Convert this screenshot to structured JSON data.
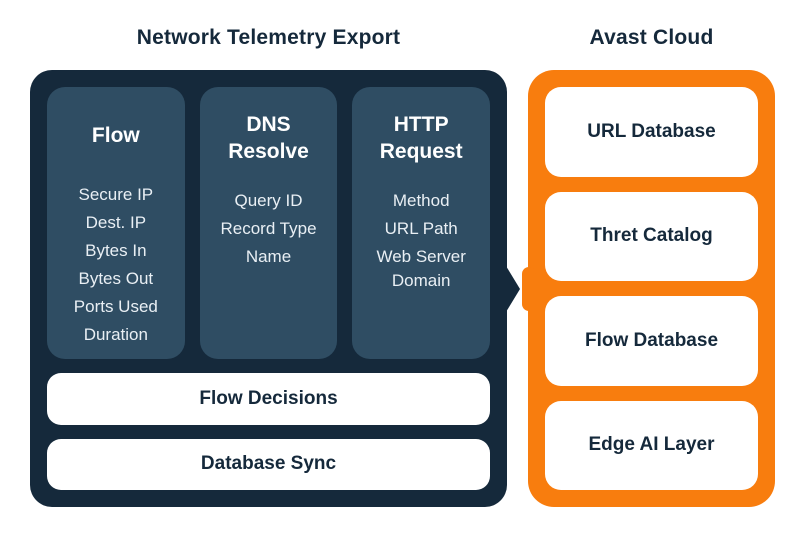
{
  "left_panel": {
    "title": "Network Telemetry Export",
    "columns": [
      {
        "header": "Flow",
        "items": [
          "Secure IP",
          "Dest. IP",
          "Bytes In",
          "Bytes Out",
          "Ports Used",
          "Duration"
        ]
      },
      {
        "header": "DNS Resolve",
        "items": [
          "Query ID",
          "Record Type",
          "Name"
        ]
      },
      {
        "header": "HTTP Request",
        "items": [
          "Method",
          "URL Path",
          "Web Server Domain"
        ]
      }
    ],
    "bars": [
      "Flow Decisions",
      "Database Sync"
    ]
  },
  "right_panel": {
    "title": "Avast Cloud",
    "cards": [
      "URL Database",
      "Thret Catalog",
      "Flow Database",
      "Edge AI Layer"
    ]
  },
  "colors": {
    "dark_navy": "#15293B",
    "slate": "#2F4D63",
    "orange": "#F87D0E",
    "text_dark": "#15293B",
    "text_light": "#E9EFF4"
  }
}
